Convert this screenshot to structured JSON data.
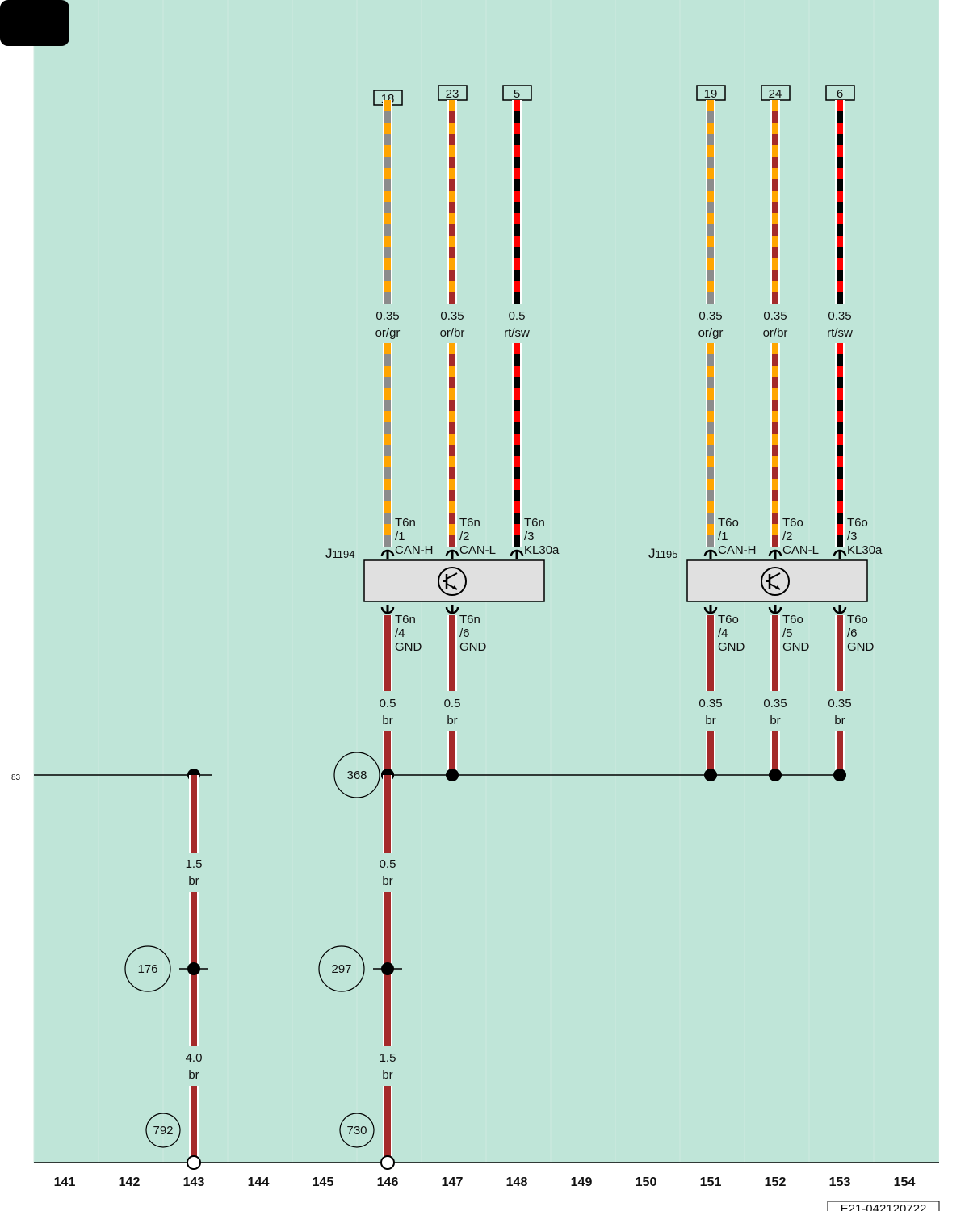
{
  "diagram_id": "E21-042120722",
  "ground_bus_ref": "83",
  "column_numbers": [
    "141",
    "142",
    "143",
    "144",
    "145",
    "146",
    "147",
    "148",
    "149",
    "150",
    "151",
    "152",
    "153",
    "154"
  ],
  "colors": {
    "background": "#bfe5d8",
    "or": "#ffa500",
    "gr": "#8c8c8c",
    "br": "#a52a2a",
    "rt": "#ff0000",
    "sw": "#000000",
    "module_fill": "#e0e0e0"
  },
  "modules": [
    {
      "id": "J1194",
      "code": "J",
      "sub": "1194",
      "icon": "transistor-symbol-icon",
      "top_pins": [
        {
          "connector": "T6n",
          "pin": "/1",
          "signal": "CAN-H",
          "terminal": "18",
          "gauge": "0.35",
          "color": "or/gr"
        },
        {
          "connector": "T6n",
          "pin": "/2",
          "signal": "CAN-L",
          "terminal": "23",
          "gauge": "0.35",
          "color": "or/br"
        },
        {
          "connector": "T6n",
          "pin": "/3",
          "signal": "KL30a",
          "terminal": "5",
          "gauge": "0.5",
          "color": "rt/sw"
        }
      ],
      "bottom_pins": [
        {
          "connector": "T6n",
          "pin": "/4",
          "signal": "GND",
          "gauge": "0.5",
          "color": "br"
        },
        {
          "connector": "T6n",
          "pin": "/6",
          "signal": "GND",
          "gauge": "0.5",
          "color": "br"
        }
      ]
    },
    {
      "id": "J1195",
      "code": "J",
      "sub": "1195",
      "icon": "transistor-symbol-icon",
      "top_pins": [
        {
          "connector": "T6o",
          "pin": "/1",
          "signal": "CAN-H",
          "terminal": "19",
          "gauge": "0.35",
          "color": "or/gr"
        },
        {
          "connector": "T6o",
          "pin": "/2",
          "signal": "CAN-L",
          "terminal": "24",
          "gauge": "0.35",
          "color": "or/br"
        },
        {
          "connector": "T6o",
          "pin": "/3",
          "signal": "KL30a",
          "terminal": "6",
          "gauge": "0.35",
          "color": "rt/sw"
        }
      ],
      "bottom_pins": [
        {
          "connector": "T6o",
          "pin": "/4",
          "signal": "GND",
          "gauge": "0.35",
          "color": "br"
        },
        {
          "connector": "T6o",
          "pin": "/5",
          "signal": "GND",
          "gauge": "0.35",
          "color": "br"
        },
        {
          "connector": "T6o",
          "pin": "/6",
          "signal": "GND",
          "gauge": "0.35",
          "color": "br"
        }
      ]
    }
  ],
  "ground_wires": [
    {
      "column": "143",
      "upper_gauge": "1.5",
      "upper_color": "br",
      "lower_gauge": "4.0",
      "lower_color": "br",
      "junction": "176",
      "ground_point": "792"
    },
    {
      "column": "146",
      "upper_gauge": "0.5",
      "upper_color": "br",
      "lower_gauge": "1.5",
      "lower_color": "br",
      "junction": "297",
      "ground_point": "730"
    }
  ],
  "ground_connection": "368"
}
